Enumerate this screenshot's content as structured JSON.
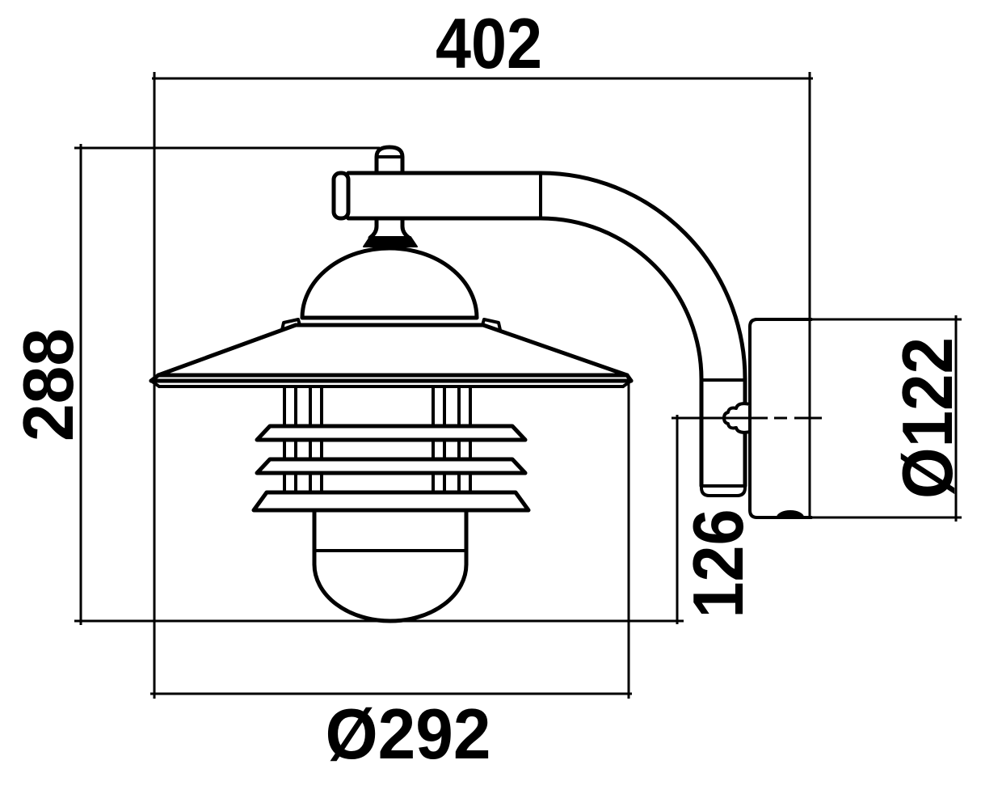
{
  "drawing": {
    "type": "technical-dimension-drawing",
    "subject": "wall-mounted lantern, side elevation",
    "units_shown": false,
    "colors": {
      "line": "#000000",
      "background": "#ffffff"
    },
    "dimensions": {
      "overall_width": "402",
      "overall_height": "288",
      "shade_diameter": "Ø292",
      "backplate_diameter": "Ø122",
      "axis_to_bottom": "126"
    }
  }
}
